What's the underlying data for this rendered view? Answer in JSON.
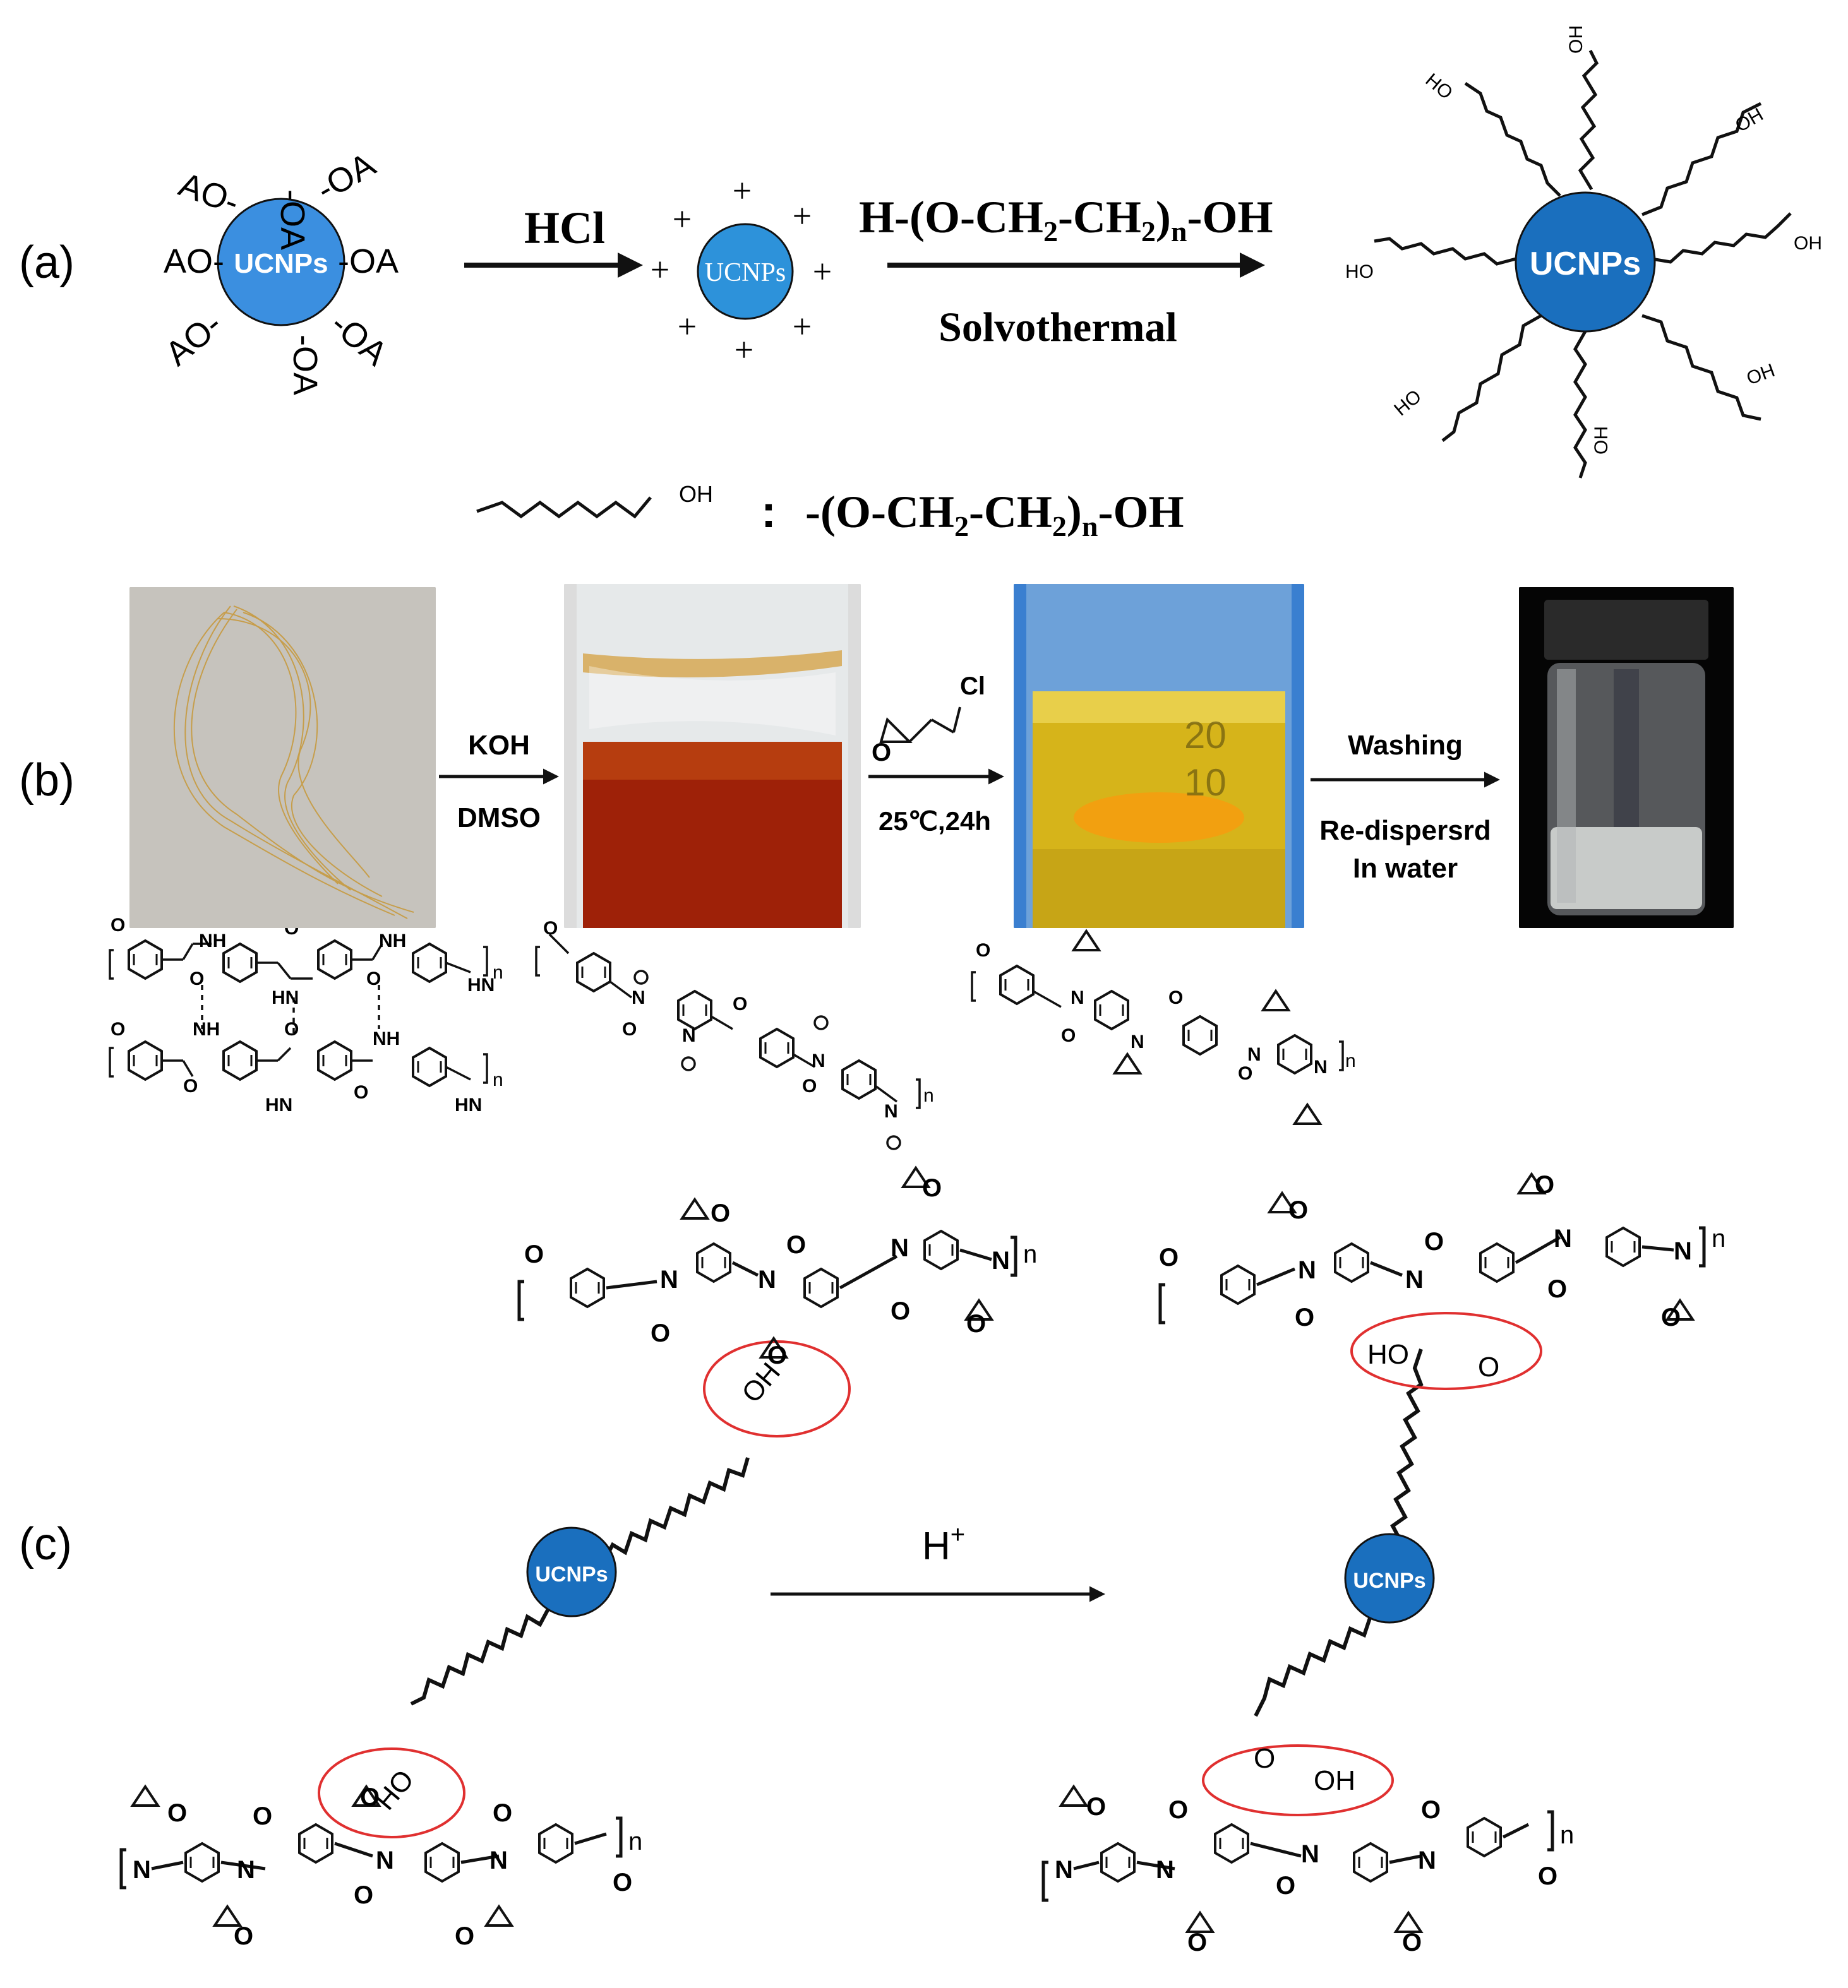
{
  "panel_a": {
    "label": "(a)",
    "particle_label": "UCNPs",
    "oa_ligand": "-OA",
    "ao_ligand": "AO-",
    "step1_reagent": "HCl",
    "charge_symbol": "+",
    "step2_reagent_main": "H-(O-CH",
    "step2_sub_2": "2",
    "step2_mid": "-CH",
    "step2_sub_n": "n",
    "step2_end": "-OH",
    "step2_paren": ")",
    "step2_condition": "Solvothermal",
    "chain_end": "OH",
    "chain_end_alt": "HO",
    "legend_oh": "OH",
    "legend_colon": ":",
    "legend_formula_start": "-(O-CH",
    "legend_formula_mid": "-CH",
    "legend_formula_end": "-OH"
  },
  "panel_b": {
    "label": "(b)",
    "step1_top": "KOH",
    "step1_bottom": "DMSO",
    "step2_cl": "Cl",
    "step2_o": "O",
    "step2_condition": "25℃,24h",
    "step3_top": "Washing",
    "step3_bottom_1": "Re-dispersrd",
    "step3_bottom_2": "In water",
    "photo_1": "yellow aramid fibers",
    "photo_2": "red-orange solution in beaker",
    "photo_3": "yellow solution with stir bar",
    "photo_4": "dispersion in vial",
    "beaker_marks": [
      "20",
      "10"
    ],
    "polymer_subscript": "n"
  },
  "panel_c": {
    "label": "(c)",
    "reagent": "H",
    "reagent_sup": "+",
    "particle_label": "UCNPs",
    "hydroxyl": "OH",
    "hydroxyl_alt": "HO",
    "oxygen": "O",
    "nitrogen": "N",
    "polymer_subscript": "n"
  },
  "colors": {
    "ucnp_light": "#3b8fe0",
    "ucnp_dark": "#1a6fbe",
    "ucnp_small": "#2d92da",
    "highlight_circle": "#e03030",
    "ink": "#111111"
  }
}
